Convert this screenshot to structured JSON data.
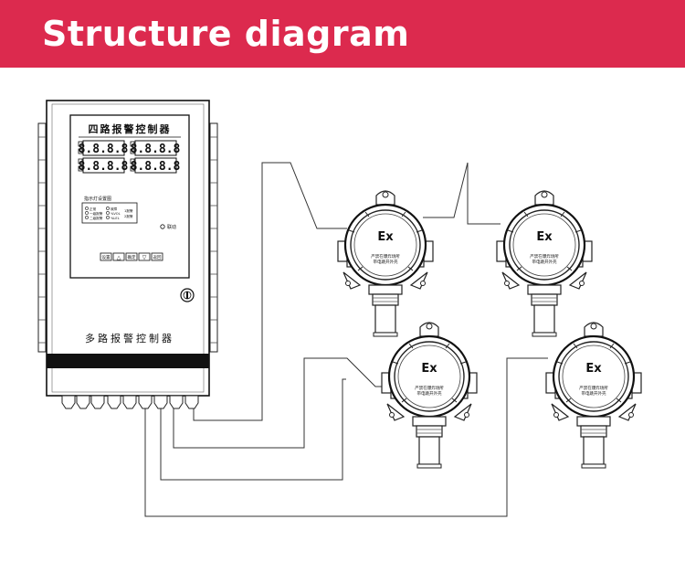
{
  "header": {
    "title": "Structure diagram"
  },
  "controller": {
    "panel_title": "四路报警控制器",
    "digit_display": "8.8.8.8",
    "indicator_title": "指示灯设置图",
    "indicator_labels": [
      "正常",
      "一级报警",
      "二级报警",
      "故障",
      "%VOL",
      "%LEL",
      "1报警",
      "2报警"
    ],
    "run_label": "联动",
    "buttons": [
      "设置",
      "△",
      "确定",
      "▽",
      "返回"
    ],
    "base_label": "多路报警控制器"
  },
  "detector": {
    "ex_mark": "Ex",
    "warning_line1": "严禁在爆炸场所",
    "warning_line2": "带电跳开外壳"
  },
  "colors": {
    "banner": "#dc2a4e",
    "line": "#333333"
  }
}
